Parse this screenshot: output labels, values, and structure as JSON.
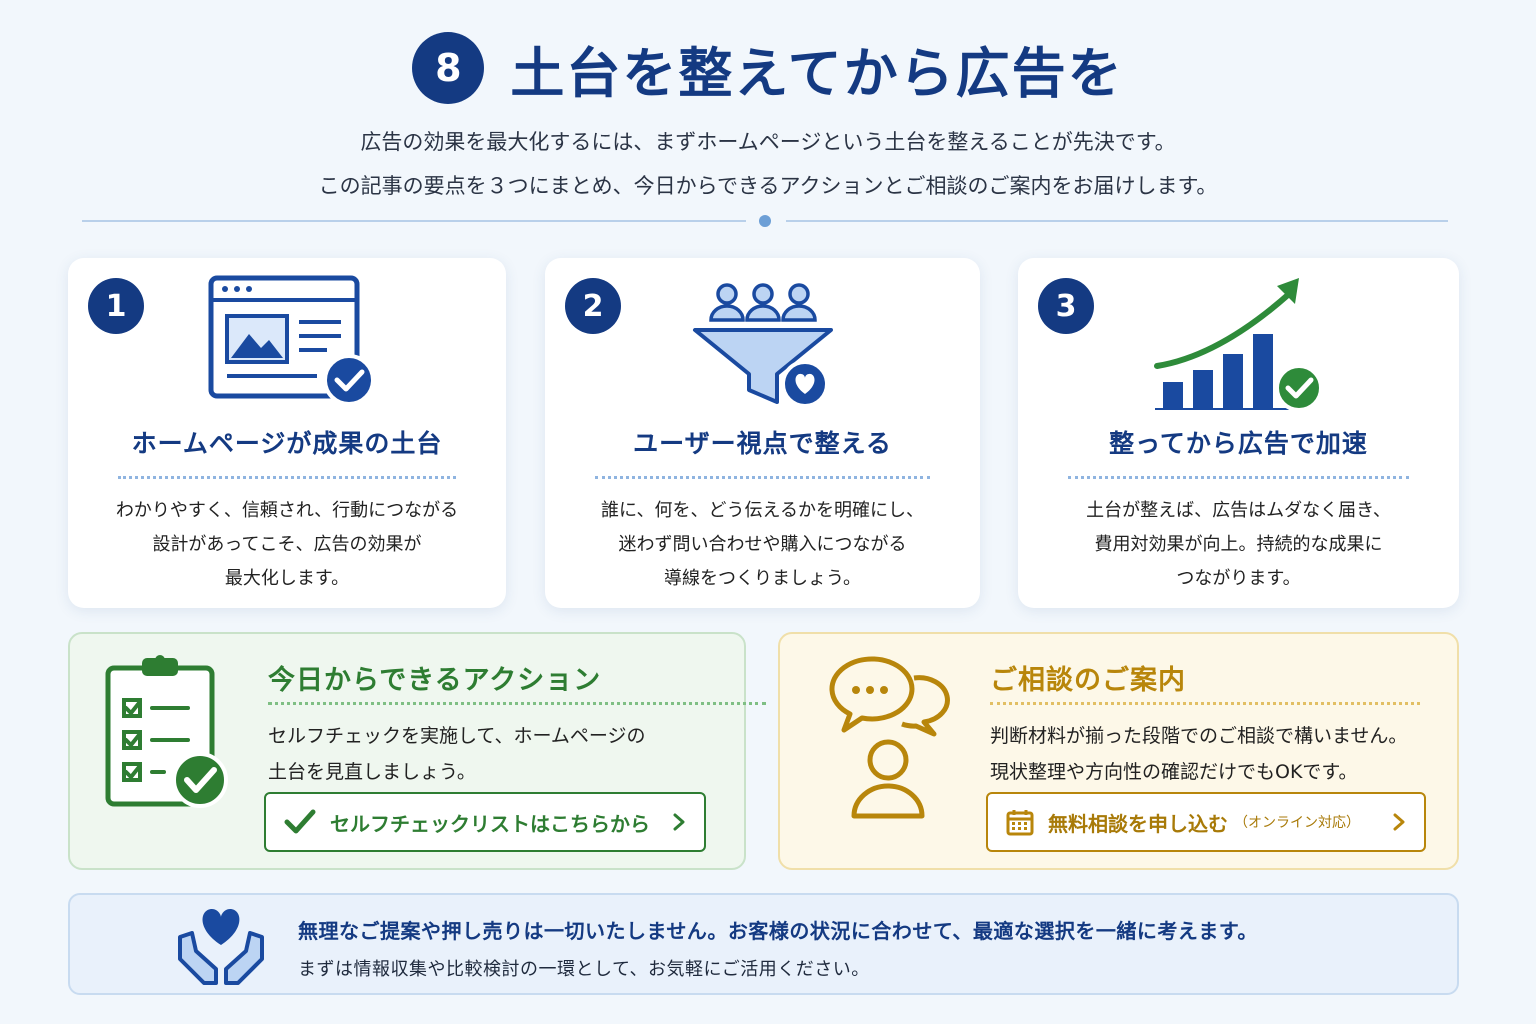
{
  "header": {
    "number": "8",
    "title": "土台を整えてから広告を",
    "lead_line1": "広告の効果を最大化するには、まずホームページという土台を整えることが先決です。",
    "lead_line2": "この記事の要点を３つにまとめ、今日からできるアクションとご相談のご案内をお届けします。"
  },
  "cards": [
    {
      "number": "1",
      "title": "ホームページが成果の土台",
      "lines": [
        "わかりやすく、信頼され、行動につながる",
        "設計があってこそ、広告の効果が",
        "最大化します。"
      ],
      "icon": "webpage-check-icon"
    },
    {
      "number": "2",
      "title": "ユーザー視点で整える",
      "lines": [
        "誰に、何を、どう伝えるかを明確にし、",
        "迷わず問い合わせや購入につながる",
        "導線をつくりましょう。"
      ],
      "icon": "user-funnel-heart-icon"
    },
    {
      "number": "3",
      "title": "整ってから広告で加速",
      "lines": [
        "土台が整えば、広告はムダなく届き、",
        "費用対効果が向上。持続的な成果に",
        "つながります。"
      ],
      "icon": "growth-chart-check-icon"
    }
  ],
  "action": {
    "title": "今日からできるアクション",
    "lines": [
      "セルフチェックを実施して、ホームページの",
      "土台を見直しましょう。"
    ],
    "button_label": "セルフチェックリストはこちらから",
    "icon": "checklist-clipboard-icon",
    "color": "#2e7d32"
  },
  "consult": {
    "title": "ご相談のご案内",
    "lines": [
      "判断材料が揃った段階でのご相談で構いません。",
      "現状整理や方向性の確認だけでもOKです。"
    ],
    "button_label": "無料相談を申し込む",
    "button_sub": "（オンライン対応）",
    "icon": "chat-person-icon",
    "color": "#b8860b"
  },
  "note": {
    "line1": "無理なご提案や押し売りは一切いたしません。お客様の状況に合わせて、最適な選択を一緒に考えます。",
    "line2": "まずは情報収集や比較検討の一環として、お気軽にご活用ください。",
    "icon": "hands-heart-icon"
  },
  "colors": {
    "navy": "#143a82",
    "green": "#2e7d32",
    "gold": "#b8860b",
    "light_blue": "#b9d0ea"
  }
}
